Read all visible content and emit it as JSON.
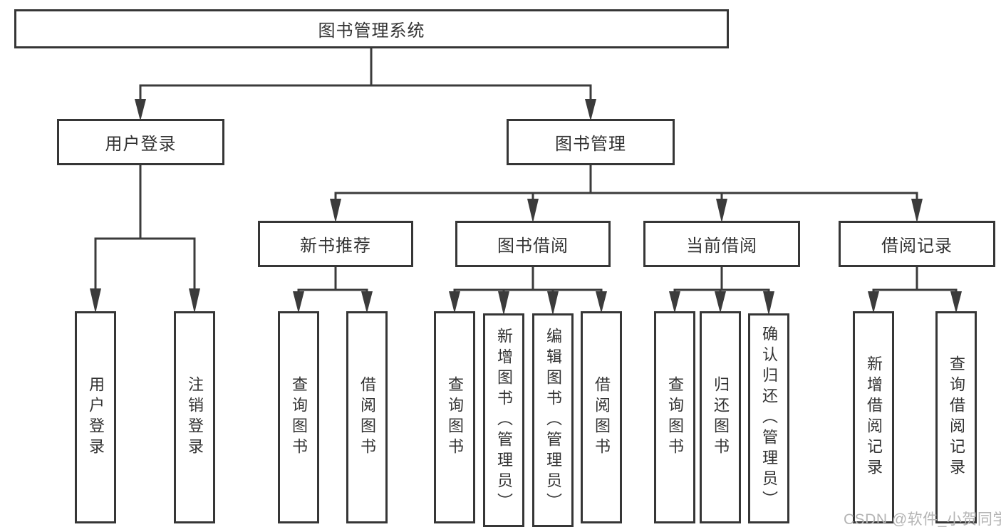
{
  "title": "图书管理系统",
  "watermark": "CSDN @软件_小贺同学",
  "colors": {
    "line": "#3b3b3b",
    "box_border": "#363636",
    "text": "#333333",
    "watermark": "#b4b4b4",
    "background": "#ffffff"
  },
  "nodes": {
    "root": {
      "label": "图书管理系统"
    },
    "user_login": {
      "label": "用户登录"
    },
    "book_mgmt": {
      "label": "图书管理"
    },
    "new_book_rec": {
      "label": "新书推荐"
    },
    "book_borrow": {
      "label": "图书借阅"
    },
    "current_borrow": {
      "label": "当前借阅"
    },
    "borrow_record": {
      "label": "借阅记录"
    },
    "leaf_user_login": {
      "label": "用户登录"
    },
    "leaf_logout": {
      "label": "注销登录"
    },
    "leaf_query_book_rec": {
      "label": "查询图书"
    },
    "leaf_borrow_book_rec": {
      "label": "借阅图书"
    },
    "leaf_query_book_borrow": {
      "label": "查询图书"
    },
    "leaf_add_book": {
      "label": "新增图书（管理员）"
    },
    "leaf_edit_book": {
      "label": "编辑图书（管理员）"
    },
    "leaf_borrow_book_borrow": {
      "label": "借阅图书"
    },
    "leaf_query_book_current": {
      "label": "查询图书"
    },
    "leaf_return_book": {
      "label": "归还图书"
    },
    "leaf_confirm_return": {
      "label": "确认归还（管理员）"
    },
    "leaf_add_record": {
      "label": "新增借阅记录"
    },
    "leaf_query_record": {
      "label": "查询借阅记录"
    }
  },
  "hierarchy": {
    "图书管理系统": {
      "用户登录": [
        "用户登录",
        "注销登录"
      ],
      "图书管理": {
        "新书推荐": [
          "查询图书",
          "借阅图书"
        ],
        "图书借阅": [
          "查询图书",
          "新增图书（管理员）",
          "编辑图书（管理员）",
          "借阅图书"
        ],
        "当前借阅": [
          "查询图书",
          "归还图书",
          "确认归还（管理员）"
        ],
        "借阅记录": [
          "新增借阅记录",
          "查询借阅记录"
        ]
      }
    }
  }
}
